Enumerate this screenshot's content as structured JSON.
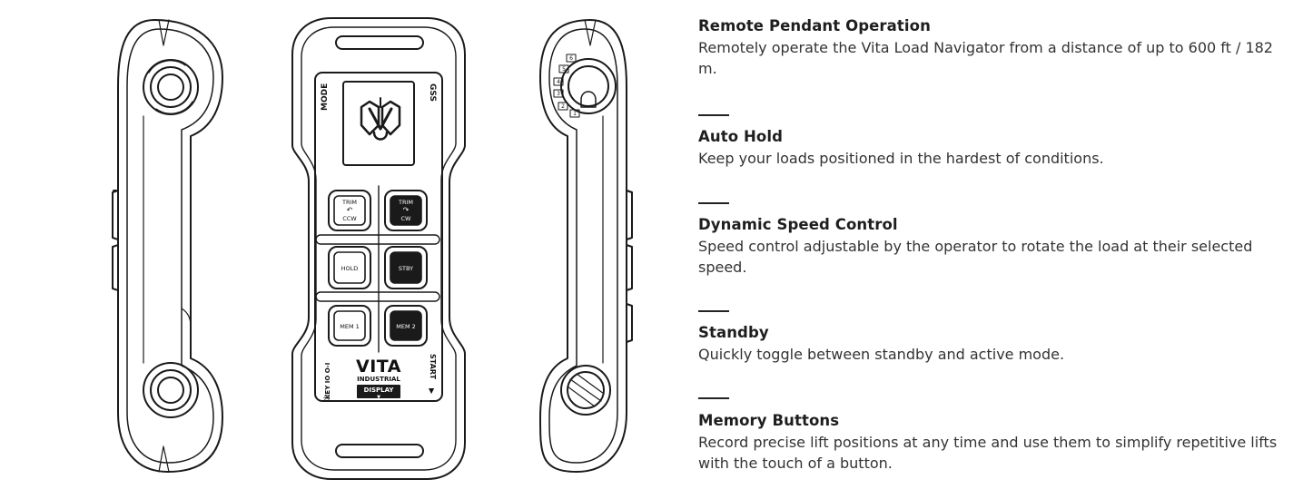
{
  "remote": {
    "labels": {
      "mode": "MODE",
      "gss": "GSS",
      "key": "KEY IO O-I",
      "start": "START",
      "brand": "VITA",
      "brand_sub": "INDUSTRIAL",
      "display": "DISPLAY"
    },
    "buttons": [
      {
        "line1": "TRIM",
        "line2": "CCW",
        "dark": false
      },
      {
        "line1": "TRIM",
        "line2": "CW",
        "dark": true
      },
      {
        "line1": "HOLD",
        "line2": "",
        "dark": false
      },
      {
        "line1": "STBY",
        "line2": "",
        "dark": true
      },
      {
        "line1": "MEM 1",
        "line2": "",
        "dark": false
      },
      {
        "line1": "MEM 2",
        "line2": "",
        "dark": true
      }
    ],
    "dial_numbers": [
      "6",
      "5",
      "4",
      "3",
      "2",
      "1"
    ]
  },
  "features": [
    {
      "title": "Remote Pendant Operation",
      "description": "Remotely operate the Vita Load Navigator from a distance of up to 600 ft / 182 m."
    },
    {
      "title": "Auto Hold",
      "description": "Keep your loads positioned in the hardest of conditions."
    },
    {
      "title": "Dynamic Speed Control",
      "description": "Speed control adjustable by the operator to rotate the load at their selected speed."
    },
    {
      "title": "Standby",
      "description": "Quickly toggle between standby and active mode."
    },
    {
      "title": "Memory Buttons",
      "description": "Record precise lift positions at any time and use them to simplify repetitive lifts with the touch of a button."
    }
  ]
}
